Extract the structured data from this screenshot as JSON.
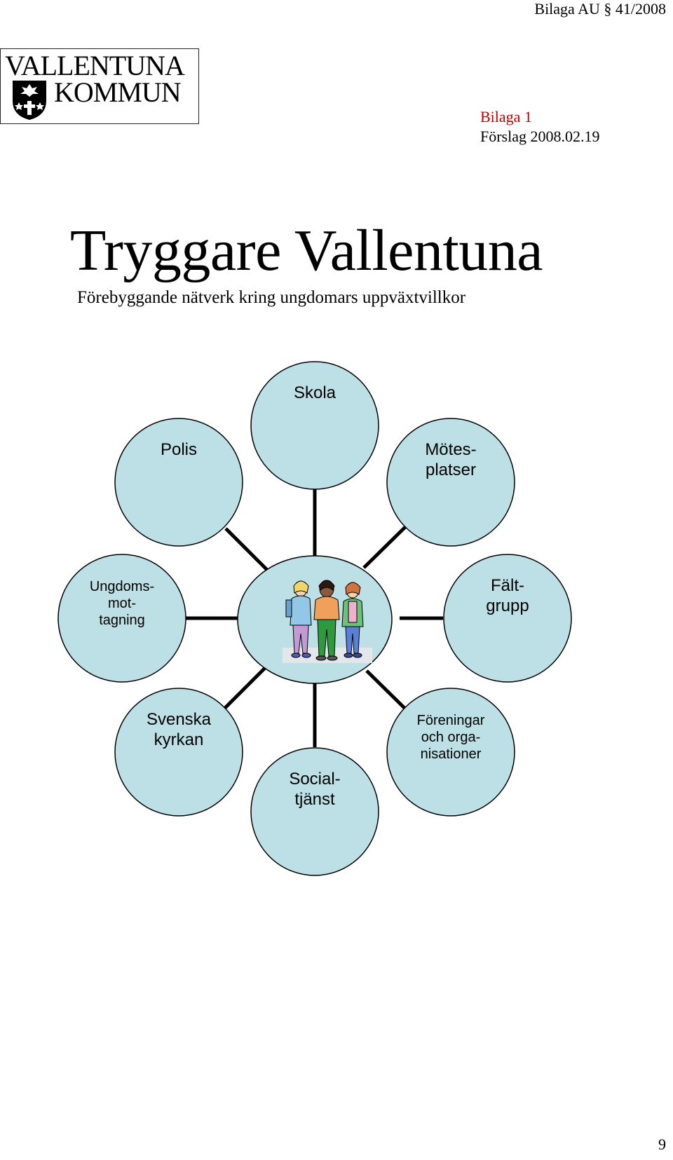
{
  "header": {
    "reference": "Bilaga AU § 41/2008"
  },
  "logo": {
    "line1": "VALLENTUNA",
    "line2": "KOMMUN"
  },
  "annex": {
    "label": "Bilaga 1",
    "proposal": "Förslag 2008.02.19"
  },
  "title": {
    "main": "Tryggare Vallentuna",
    "subtitle": "Förebyggande nätverk kring ungdomars uppväxtvillkor"
  },
  "colors": {
    "circle_fill": "#bde0e6",
    "circle_stroke": "#000000",
    "connector": "#000000",
    "annex_red": "#c00000"
  },
  "diagram": {
    "center_icon": "children-group-illustration",
    "nodes": {
      "skola": [
        "Skola"
      ],
      "motesplatser": [
        "Mötes-",
        "platser"
      ],
      "faltgrupp": [
        "Fält-",
        "grupp"
      ],
      "foreningar": [
        "Föreningar",
        "och orga-",
        "nisationer"
      ],
      "socialtjanst": [
        "Social-",
        "tjänst"
      ],
      "svenska_kyrkan": [
        "Svenska",
        "kyrkan"
      ],
      "ungdomsmottagning": [
        "Ungdoms-",
        "mot-",
        "tagning"
      ],
      "polis": [
        "Polis"
      ]
    }
  },
  "footer": {
    "page_number": "9"
  }
}
